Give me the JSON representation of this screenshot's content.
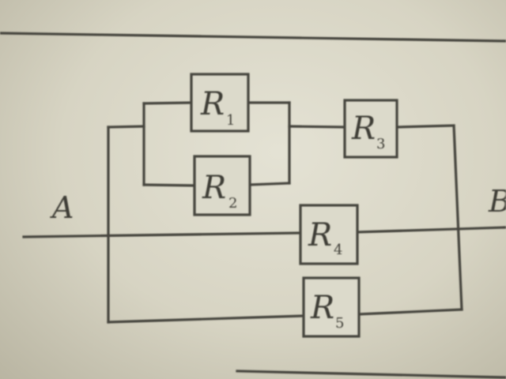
{
  "diagram": {
    "node_a": "A",
    "node_b": "B",
    "resistors": [
      {
        "letter": "R",
        "index": "1"
      },
      {
        "letter": "R",
        "index": "2"
      },
      {
        "letter": "R",
        "index": "3"
      },
      {
        "letter": "R",
        "index": "4"
      },
      {
        "letter": "R",
        "index": "5"
      }
    ]
  }
}
